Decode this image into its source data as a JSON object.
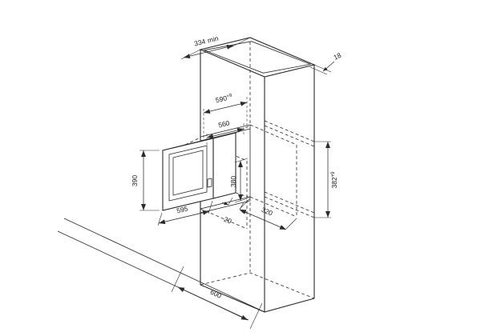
{
  "colors": {
    "line": "#2b2b2b",
    "background": "#ffffff"
  },
  "dims": {
    "depth_min": {
      "value": "334",
      "suffix": "min"
    },
    "panel_thickness": {
      "value": "18"
    },
    "niche_width": {
      "value": "590",
      "tolerance": "+9"
    },
    "inner_width": {
      "value": "560"
    },
    "oven_height": {
      "value": "390"
    },
    "inner_height": {
      "value": "380"
    },
    "oven_width": {
      "value": "595"
    },
    "niche_depth": {
      "value": "320"
    },
    "front_gap": {
      "value": "20"
    },
    "niche_height": {
      "value": "382",
      "tolerance": "+9"
    },
    "base_width": {
      "value": "600"
    }
  }
}
